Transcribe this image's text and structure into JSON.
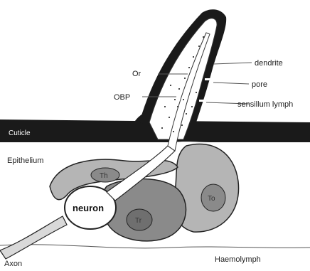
{
  "labels": {
    "dendrite": "dendrite",
    "or": "Or",
    "pore": "pore",
    "obp": "OBP",
    "sensillum_lymph": "sensillum lymph",
    "cuticle": "Cuticle",
    "epithelium": "Epithelium",
    "th": "Th",
    "neuron": "neuron",
    "tr": "Tr",
    "to": "To",
    "haemolymph": "Haemolymph",
    "axon": "Axon"
  },
  "colors": {
    "cuticle": "#1a1a1a",
    "lymph": "#ffffff",
    "dark_cell": "#8a8a8a",
    "mid_cell": "#b5b5b5",
    "light_cell": "#d9d9d9",
    "outline": "#222222"
  }
}
